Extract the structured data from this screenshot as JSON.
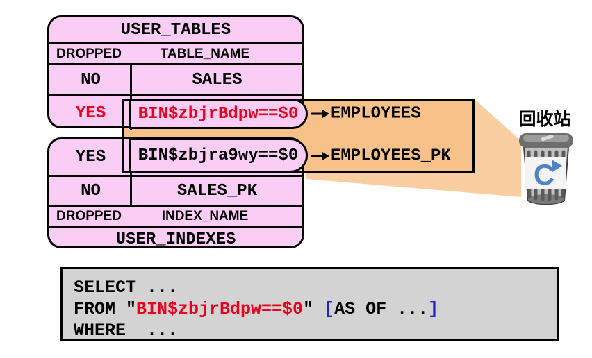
{
  "colors": {
    "table_fill": "#FACDF5",
    "box_fill": "#F7C28A",
    "funnel_fill": "#F9CFA2",
    "code_background": "#D3D3D3",
    "red_text": "#E8001C",
    "blue_text": "#2222CC",
    "trash_blue": "#4E84C4"
  },
  "user_tables": {
    "title": "USER_TABLES",
    "columns": [
      "DROPPED",
      "TABLE_NAME"
    ],
    "rows": [
      {
        "dropped": "NO",
        "name": "SALES"
      },
      {
        "dropped": "YES",
        "name": "BIN$zbjrBdpw==$0"
      }
    ]
  },
  "user_indexes": {
    "title": "USER_INDEXES",
    "columns": [
      "DROPPED",
      "INDEX_NAME"
    ],
    "rows": [
      {
        "dropped": "YES",
        "name": "BIN$zbjra9wy==$0"
      },
      {
        "dropped": "NO",
        "name": "SALES_PK"
      }
    ]
  },
  "recycle_bin": {
    "label": "回收站",
    "original_names": [
      "EMPLOYEES",
      "EMPLOYEES_PK"
    ]
  },
  "code": {
    "line1": "SELECT ...",
    "line2": {
      "keyword": "FROM \"",
      "bin_name": "BIN$zbjrBdpw==$0",
      "quote": "\" ",
      "bracket_open": "[",
      "as_of": "AS OF ...",
      "bracket_close": "]"
    },
    "line3": "WHERE  ..."
  }
}
